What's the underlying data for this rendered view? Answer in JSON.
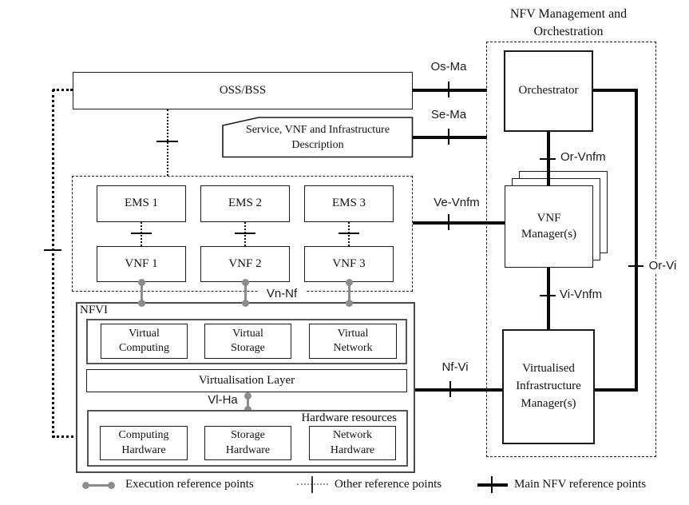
{
  "header": {
    "title_line1": "NFV Management and",
    "title_line2": "Orchestration"
  },
  "boxes": {
    "oss_bss": "OSS/BSS",
    "description": {
      "line1": "Service, VNF and Infrastructure",
      "line2": "Description"
    },
    "ems": [
      "EMS 1",
      "EMS 2",
      "EMS 3"
    ],
    "vnf": [
      "VNF 1",
      "VNF 2",
      "VNF 3"
    ],
    "nfvi_label": "NFVI",
    "virtual_computing": {
      "line1": "Virtual",
      "line2": "Computing"
    },
    "virtual_storage": {
      "line1": "Virtual",
      "line2": "Storage"
    },
    "virtual_network": {
      "line1": "Virtual",
      "line2": "Network"
    },
    "virtualisation_layer": "Virtualisation Layer",
    "hardware_resources_label": "Hardware resources",
    "computing_hardware": {
      "line1": "Computing",
      "line2": "Hardware"
    },
    "storage_hardware": {
      "line1": "Storage",
      "line2": "Hardware"
    },
    "network_hardware": {
      "line1": "Network",
      "line2": "Hardware"
    },
    "orchestrator": "Orchestrator",
    "vnf_manager": {
      "line1": "VNF",
      "line2": "Manager(s)"
    },
    "vim": {
      "line1": "Virtualised",
      "line2": "Infrastructure",
      "line3": "Manager(s)"
    }
  },
  "reference_points": {
    "os_ma": "Os-Ma",
    "se_ma": "Se-Ma",
    "ve_vnfm": "Ve-Vnfm",
    "or_vnfm": "Or-Vnfm",
    "vi_vnfm": "Vi-Vnfm",
    "or_vi": "Or-Vi",
    "nf_vi": "Nf-Vi",
    "vn_nf": "Vn-Nf",
    "vl_ha": "Vl-Ha"
  },
  "legend": {
    "execution": "Execution reference points",
    "other": "Other reference points",
    "main": "Main NFV reference points"
  },
  "colors": {
    "main_line": "#0a0a0a",
    "gray_connector": "#8c8c8c",
    "box_border": "#1a1a1a",
    "container_border": "#4a4a4a",
    "background": "#ffffff"
  }
}
